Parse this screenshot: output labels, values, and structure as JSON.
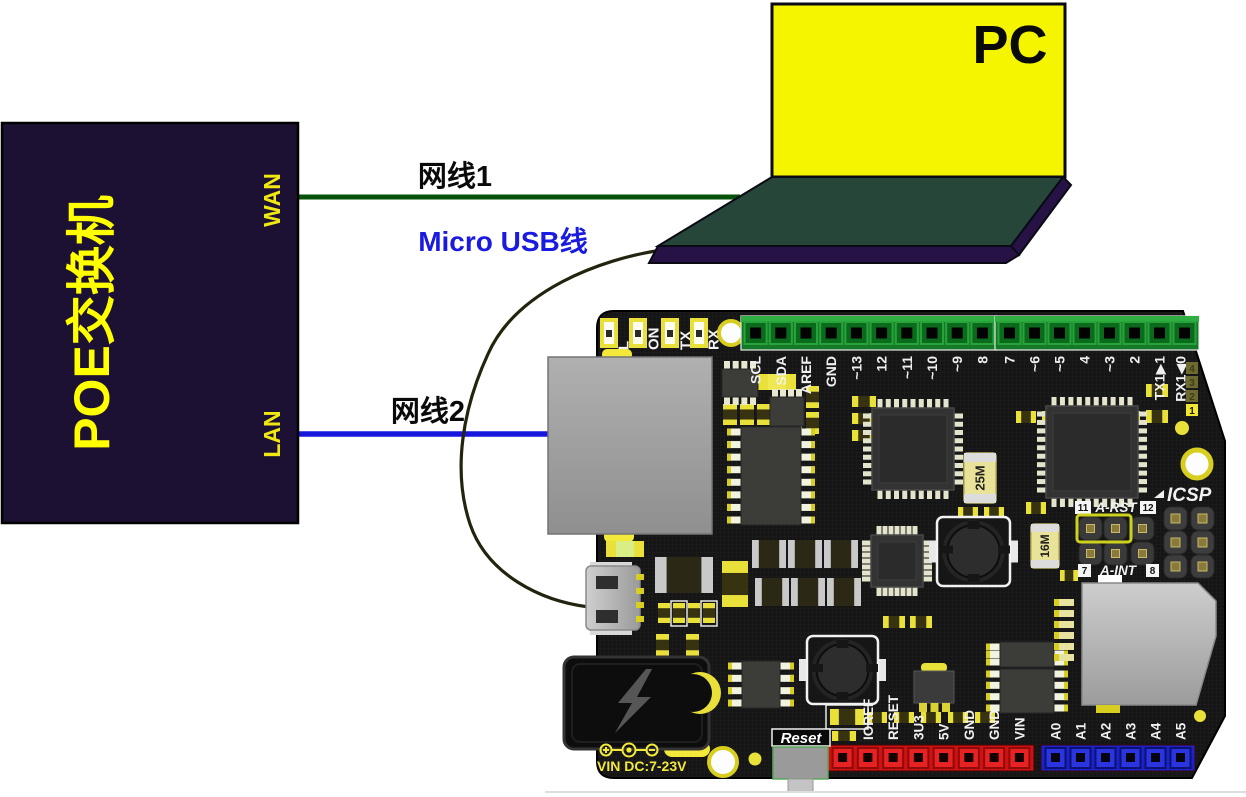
{
  "poe_switch": {
    "label": "POE交换机",
    "wan": "WAN",
    "lan": "LAN"
  },
  "pc": {
    "label": "PC"
  },
  "cables": {
    "cable1_label": "网线1",
    "cable2_label": "网线2",
    "usb_label": "Micro USB线"
  },
  "board": {
    "led_labels": [
      "L",
      "ON",
      "TX",
      "RX"
    ],
    "top_header_left": [
      "SCL",
      "SDA",
      "AREF",
      "GND",
      "~13",
      "12",
      "~11",
      "~10",
      "~9",
      "8"
    ],
    "top_header_right": [
      "7",
      "~6",
      "~5",
      "4",
      "~3",
      "2",
      "TX1▶1",
      "RX1◀0"
    ],
    "pin_markers": [
      "1",
      "2",
      "3",
      "4"
    ],
    "power_header": [
      "IOREF",
      "RESET",
      "3U3",
      "5V",
      "GND",
      "GND",
      "VIN"
    ],
    "analog_header": [
      "A0",
      "A1",
      "A2",
      "A3",
      "A4",
      "A5"
    ],
    "crystal_main": "25M",
    "crystal_mcu": "16M",
    "icsp_label": "ICSP",
    "arst_left": "11",
    "arst_label": "A-RST",
    "arst_right": "12",
    "aint_left": "7",
    "aint_label": "A-INT",
    "aint_right": "8",
    "reset_label": "Reset",
    "vin_label": "VIN DC:7-23V"
  },
  "colors": {
    "poe_box": "#1d1133",
    "accent_yellow": "#ffff00",
    "cable1": "#06520a",
    "cable2": "#1616dd",
    "usb_cable": "#23230e",
    "usb_label_blue": "#1a1ae0",
    "laptop_screen": "#f5f500",
    "laptop_base": "#27463a",
    "laptop_edge": "#261245",
    "pcb": "#151515",
    "header_green": "#157a28",
    "header_red": "#cf1111",
    "header_blue": "#1a22cc",
    "silk_yellow": "#f3e93b"
  }
}
